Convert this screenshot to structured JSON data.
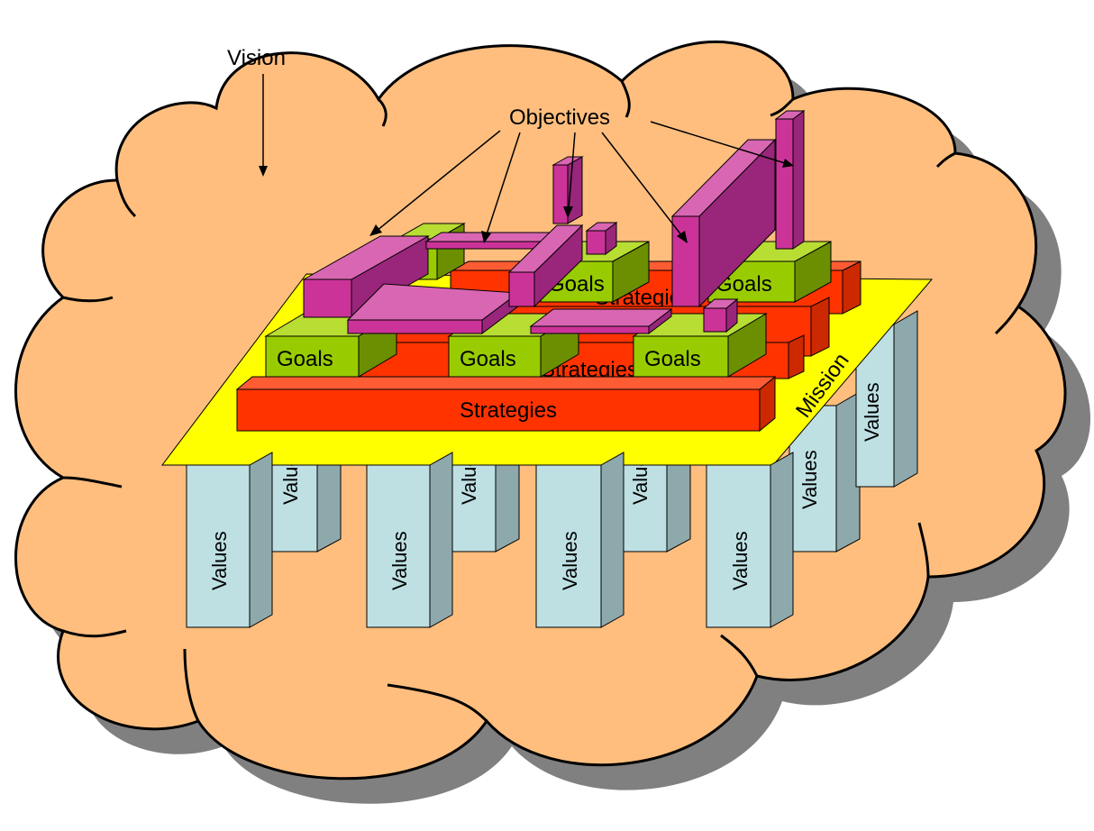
{
  "labels": {
    "vision": "Vision",
    "objectives": "Objectives",
    "mission": "Mission",
    "goals": "Goals",
    "strategies": "Strategies",
    "values": "Values"
  },
  "colors": {
    "cloud": "#FFBE7E",
    "cloud_shadow": "#808080",
    "mission": "#FFFF00",
    "strategies": "#FF3300",
    "goals": "#99CC00",
    "objectives": "#CC3399",
    "values": "#BEE0E3"
  }
}
